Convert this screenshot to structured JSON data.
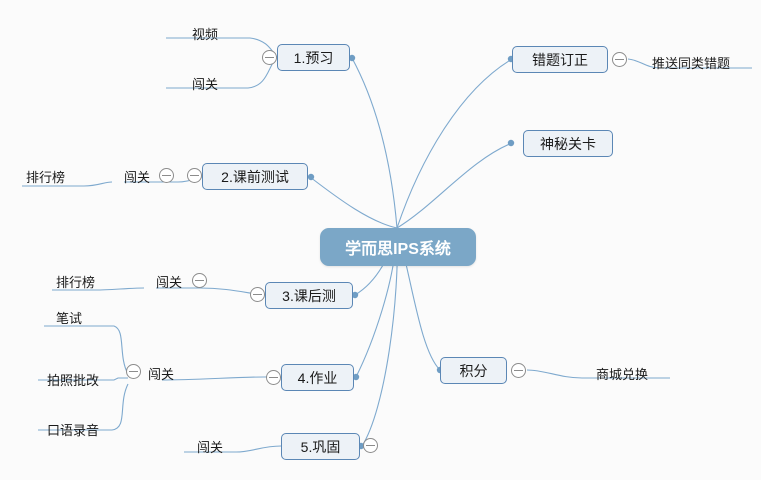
{
  "diagram": {
    "title": "学而思IPS系统思维导图",
    "accent_color": "#7ba7c7",
    "node_fill": "#edf2f7",
    "node_border": "#5b87b5",
    "line_color": "#7ea9ce",
    "background": "#fbfbfb",
    "root": {
      "label": "学而思IPS系统"
    },
    "branches": [
      {
        "id": "b1",
        "label": "1.预习",
        "side": "left",
        "children": [
          "视频",
          "闯关"
        ]
      },
      {
        "id": "b2",
        "label": "2.课前测试",
        "side": "left",
        "children": [
          "闯关"
        ],
        "grandchildren": [
          "排行榜"
        ]
      },
      {
        "id": "b3",
        "label": "3.课后测",
        "side": "left",
        "children": [
          "闯关"
        ],
        "grandchildren": [
          "排行榜"
        ]
      },
      {
        "id": "b4",
        "label": "4.作业",
        "side": "left",
        "children": [
          "闯关"
        ],
        "grandchildren": [
          "笔试",
          "拍照批改",
          "口语录音"
        ]
      },
      {
        "id": "b5",
        "label": "5.巩固",
        "side": "left",
        "children": [
          "闯关"
        ]
      },
      {
        "id": "b6",
        "label": "错题订正",
        "side": "right",
        "children": [
          "推送同类错题"
        ]
      },
      {
        "id": "b7",
        "label": "神秘关卡",
        "side": "right",
        "children": []
      },
      {
        "id": "b8",
        "label": "积分",
        "side": "right",
        "children": [
          "商城兑换"
        ]
      }
    ],
    "labels": {
      "n_yuxi": "1.预习",
      "n_keqian": "2.课前测试",
      "n_kehou": "3.课后测",
      "n_zuoye": "4.作业",
      "n_gonggu": "5.巩固",
      "n_cuoti": "错题订正",
      "n_shenmi": "神秘关卡",
      "n_jifen": "积分",
      "l_shipin": "视频",
      "l_chuangguan1": "闯关",
      "l_chuangguan2": "闯关",
      "l_paihangbang2": "排行榜",
      "l_chuangguan3": "闯关",
      "l_paihangbang3": "排行榜",
      "l_chuangguan4": "闯关",
      "l_bishi": "笔试",
      "l_paizhao": "拍照批改",
      "l_kouyu": "口语录音",
      "l_chuangguan5": "闯关",
      "l_tuisong": "推送同类错题",
      "l_shangcheng": "商城兑换"
    }
  }
}
